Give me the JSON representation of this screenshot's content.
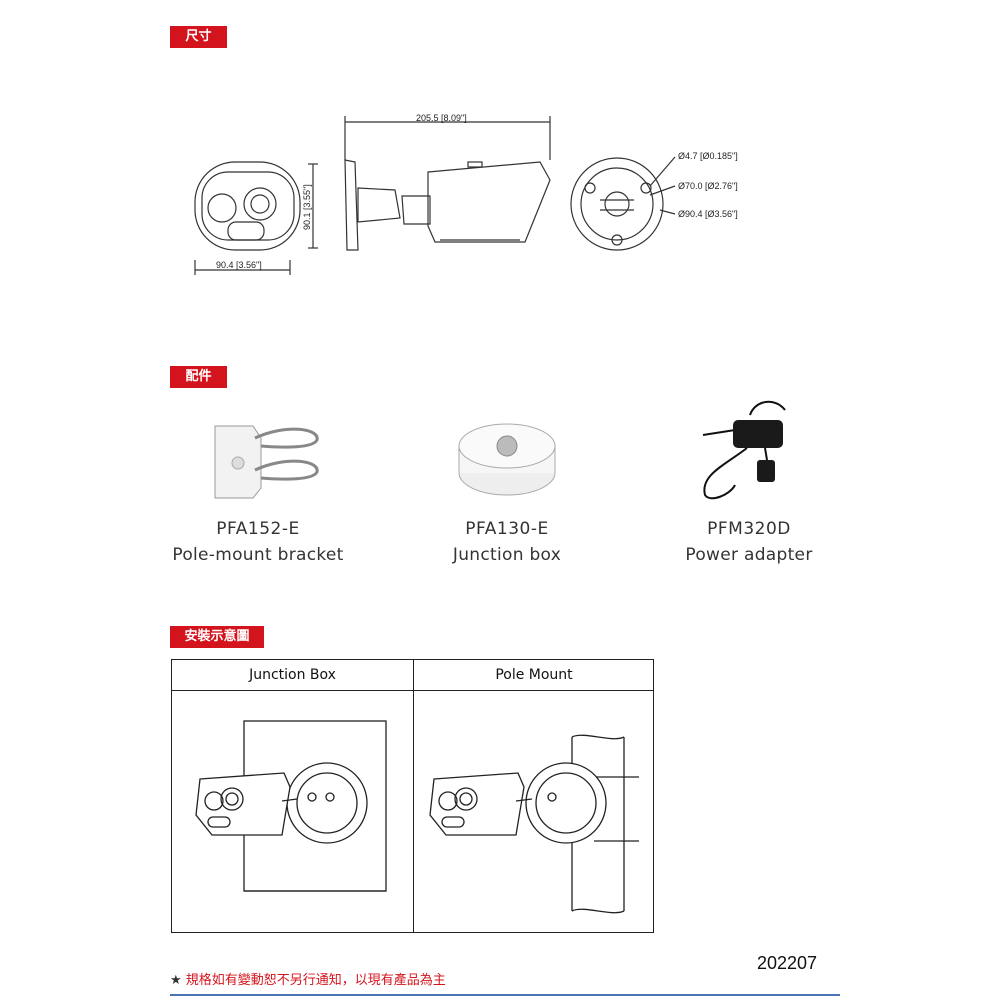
{
  "sections": {
    "dimensions_label": "尺寸",
    "accessories_label": "配件",
    "install_label": "安裝示意圖"
  },
  "dimensions": {
    "front_width": "90.4 [3.56\"]",
    "front_height": "90.1 [3.55\"]",
    "side_length": "205.5 [8.09\"]",
    "back_hole": "Ø4.7  [Ø0.185\"]",
    "back_inner": "Ø70.0  [Ø2.76\"]",
    "back_outer": "Ø90.4  [Ø3.56\"]"
  },
  "accessories": [
    {
      "model": "PFA152-E",
      "desc": "Pole-mount bracket"
    },
    {
      "model": "PFA130-E",
      "desc": "Junction box"
    },
    {
      "model": "PFM320D",
      "desc": "Power adapter"
    }
  ],
  "install": {
    "col1": "Junction Box",
    "col2": "Pole Mount"
  },
  "footer": {
    "star": "★",
    "note": "規格如有變動恕不另行通知，以現有產品為主",
    "code": "202207"
  },
  "colors": {
    "accent_red": "#d4141c",
    "rule_blue": "#4a72b5"
  }
}
